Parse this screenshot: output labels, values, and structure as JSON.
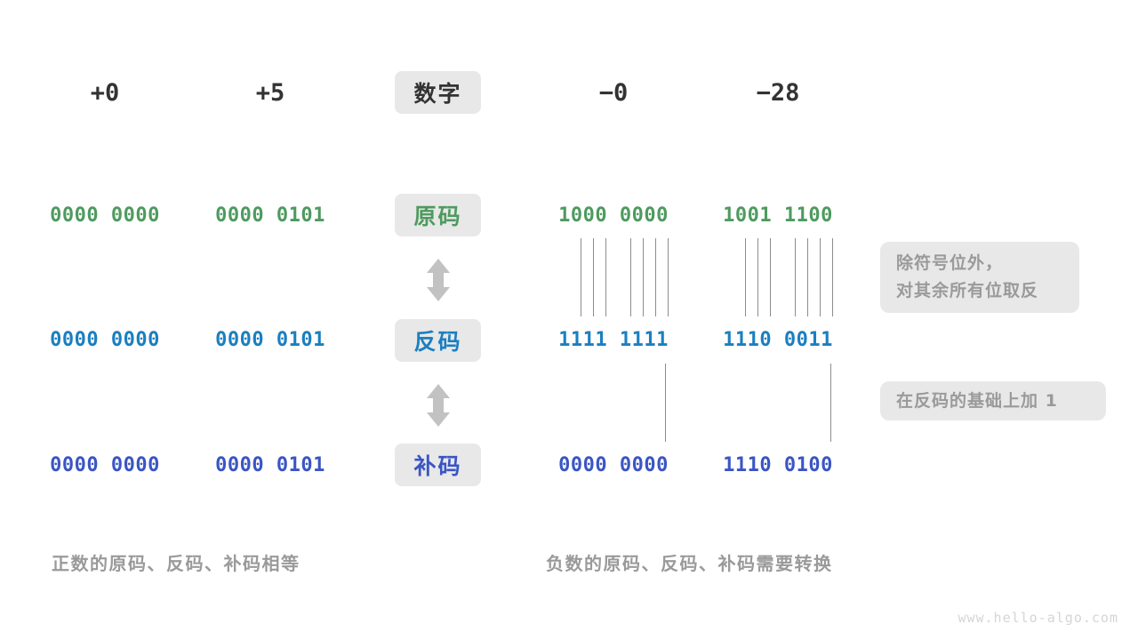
{
  "title": "原码、反码、补码对照图",
  "colors": {
    "green": "#4e9a5f",
    "blue": "#1a7fc1",
    "indigo": "#3a55c4",
    "dark": "#333333",
    "grey_text": "#9a9a9a",
    "pill_bg": "#e8e8e8",
    "line": "#8d8d8d",
    "background": "#ffffff"
  },
  "row_labels": [
    {
      "text": "数字",
      "tone": "dark"
    },
    {
      "text": "原码",
      "tone": "green"
    },
    {
      "text": "反码",
      "tone": "blue"
    },
    {
      "text": "补码",
      "tone": "indigo"
    }
  ],
  "columns": {
    "headers": [
      "+0",
      "+5",
      "−0",
      "−28"
    ]
  },
  "table": {
    "yuanma": {
      "label": "原码",
      "plus0": "0000 0000",
      "plus5": "0000 0101",
      "minus0": "1000 0000",
      "minus28": "1001 1100"
    },
    "fanma": {
      "label": "反码",
      "plus0": "0000 0000",
      "plus5": "0000 0101",
      "minus0": "1111 1111",
      "minus28": "1110 0011"
    },
    "buma": {
      "label": "补码",
      "plus0": "0000 0000",
      "plus5": "0000 0101",
      "minus0": "0000 0000",
      "minus28": "1110 0100"
    }
  },
  "notes": {
    "invert": {
      "line1": "除符号位外，",
      "line2": "对其余所有位取反"
    },
    "plus_one": {
      "line1": "在反码的基础上加 1"
    }
  },
  "captions": {
    "left": "正数的原码、反码、补码相等",
    "right": "负数的原码、反码、补码需要转换"
  },
  "watermark": "www.hello-algo.com",
  "icons": {
    "updown_arrow": "double-arrow-vertical"
  }
}
